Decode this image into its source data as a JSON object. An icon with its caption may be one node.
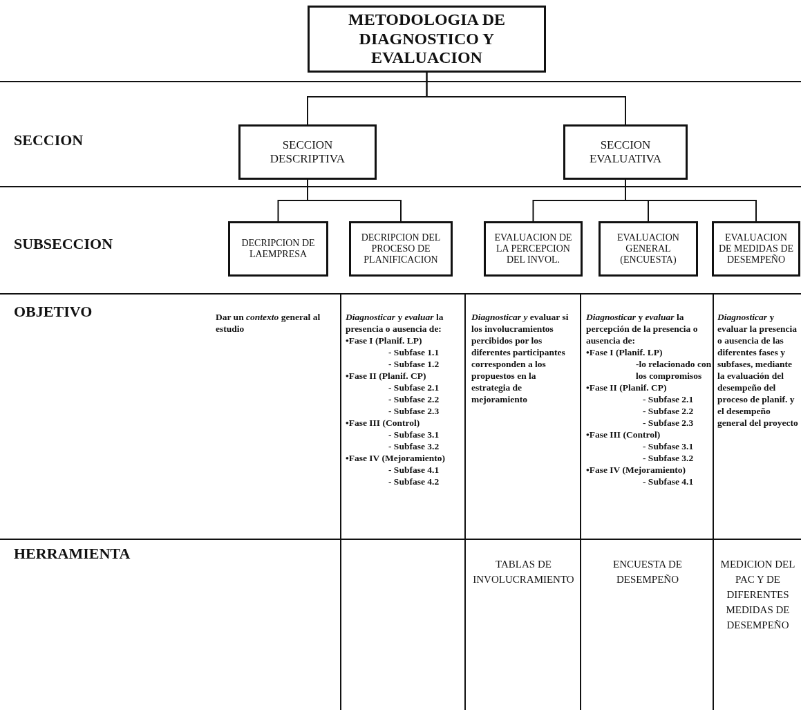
{
  "diagram": {
    "nodes": [
      {
        "text": [
          "METODOLOGIA DE DIAGNOSTICO Y EVALUACION"
        ]
      },
      {
        "text": [
          "SECCION DESCRIPTIVA"
        ]
      },
      {
        "text": [
          "SECCION EVALUATIVA"
        ]
      },
      {
        "text": [
          "DECRIPCION DE LAEMPRESA"
        ]
      },
      {
        "text": [
          "DECRIPCION DEL PROCESO DE PLANIFICACION"
        ]
      },
      {
        "text": [
          "EVALUACION DE LA PERCEPCION DEL INVOL."
        ]
      },
      {
        "text": [
          "EVALUACION GENERAL (ENCUESTA)"
        ]
      },
      {
        "text": [
          "EVALUACION DE MEDIDAS DE DESEMPEÑO"
        ]
      }
    ],
    "edges": [
      {
        "from": 0,
        "to": 1,
        "arrow": "none"
      },
      {
        "from": 0,
        "to": 2,
        "arrow": "none"
      },
      {
        "from": 1,
        "to": 3,
        "arrow": "none"
      },
      {
        "from": 1,
        "to": 4,
        "arrow": "none"
      },
      {
        "from": 2,
        "to": 5,
        "arrow": "none"
      },
      {
        "from": 2,
        "to": 6,
        "arrow": "none"
      },
      {
        "from": 2,
        "to": 7,
        "arrow": "none"
      }
    ],
    "labels": [
      "SECCION",
      "SUBSECCION",
      "OBJETIVO",
      "Dar un *contexto* general al estudio",
      "*Diagnosticar* y *evaluar* la presencia o ausencia de:",
      "•Fase I (Planif. LP)",
      "- Subfase 1.1",
      "- Subfase 1.2",
      "•Fase II (Planif. CP)",
      "- Subfase 2.1",
      "- Subfase 2.2",
      "- Subfase 2.3",
      "•Fase III (Control)",
      "- Subfase 3.1",
      "- Subfase 3.2",
      "•Fase IV (Mejoramiento)",
      "- Subfase 4.1",
      "- Subfase 4.2",
      "*Diagnosticar y* evaluar si los involucramientos percibidos por los diferentes participantes corresponden a los propuestos en la estrategia de mejoramiento",
      "*Diagnosticar* y *evaluar* la percepción de la presencia o ausencia de:",
      "•Fase I (Planif. LP)",
      "-lo relacionado con los compromisos",
      "•Fase II (Planif. CP)",
      "- Subfase 2.1",
      "- Subfase 2.2",
      "- Subfase 2.3",
      "•Fase III (Control)",
      "- Subfase 3.1",
      "- Subfase 3.2",
      "•Fase IV (Mejoramiento)",
      "- Subfase 4.1",
      "*Diagnosticar* y evaluar la presencia o ausencia de las diferentes fases y subfases, mediante la evaluación del desempeño del proceso de planif. y el desempeño general del proyecto",
      "HERRAMIENTA",
      "TABLAS DE INVOLUCRAMIENTO",
      "ENCUESTA DE DESEMPEÑO",
      "MEDICION DEL PAC Y DE DIFERENTES MEDIDAS DE DESEMPEÑO"
    ]
  }
}
